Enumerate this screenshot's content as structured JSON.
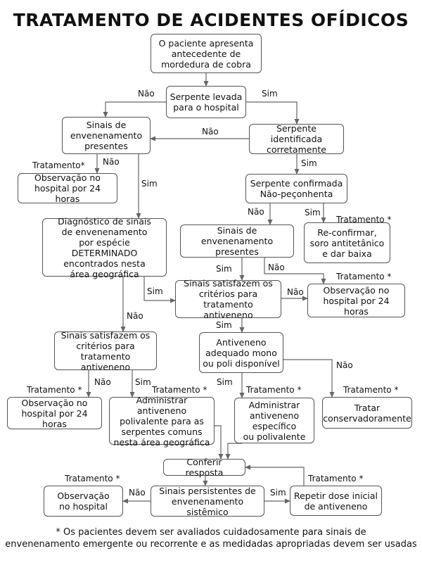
{
  "title": "TRATAMENTO DE ACIDENTES OFÍDICOS",
  "boxes": {
    "b1": "O paciente apresenta\nantecedente de\nmordedura de cobra",
    "b2": "Serpente levada\npara o hospital",
    "b3": "Sinais de\nenvenenamento\npresentes",
    "b4": "Serpente identificada\ncorretamente",
    "b5": "Observação no\nhospital por 24 horas",
    "b6": "Serpente confirmada\nNão-peçonhenta",
    "b7": "Diagnóstico de sinais\nde envenenamento\npor espécie DETERMINADO\nencontrados nesta\nárea geográfica",
    "b8": "Sinais de envenenamento\npresentes",
    "b9": "Re-confirmar,\nsoro antitetânico\ne dar baixa",
    "b10": "Sinais satisfazem os\ncritérios para\ntratamento antiveneno",
    "b11": "Observação no\nhospital por 24 horas",
    "b12": "Sinais satisfazem os\ncritérios para\ntratamento antiveneno",
    "b13": "Antiveneno\nadequado mono\nou poli disponível",
    "b14": "Observação no\nhospital por 24 horas",
    "b15": "Administrar antiveneno\npolivalente para as\nserpentes comuns\nnesta área geográfica",
    "b16": "Administrar\nantiveneno\nespecífico\nou polivalente",
    "b17": "Tratar\nconservadoramente",
    "b18": "Conferir resposta",
    "b19": "Observação\nno hospital",
    "b20": "Sinais persistentes de\nenvenenamento sistêmico",
    "b21": "Repetir dose inicial\nde antiveneno"
  },
  "labels": {
    "yes": "Sim",
    "no": "Não",
    "treatment": "Tratamento *",
    "treatment_alt": "Tratamento*"
  },
  "footnote": "* Os pacientes devem ser avaliados cuidadosamente para sinais de\nenvenenamento emergente ou recorrente e as medidadas apropriadas devem ser usadas"
}
